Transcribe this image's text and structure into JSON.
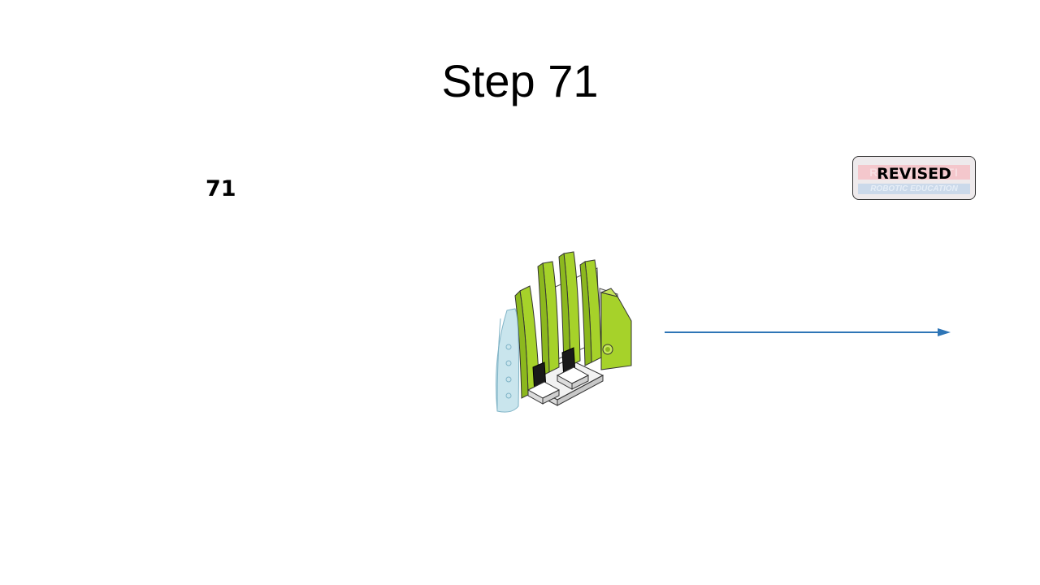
{
  "slide": {
    "title": "Step 71",
    "step_number": "71",
    "badge": {
      "label": "REVISED",
      "watermark_top": "ROBOTICS LTI",
      "watermark_bottom": "ROBOTIC EDUCATION"
    }
  },
  "colors": {
    "background": "#ffffff",
    "text": "#000000",
    "arrow": "#2e75b6",
    "part_lime": "#a6d22a",
    "part_transparent_blue": "#bfe0ea",
    "badge_background": "#eeeaec"
  }
}
